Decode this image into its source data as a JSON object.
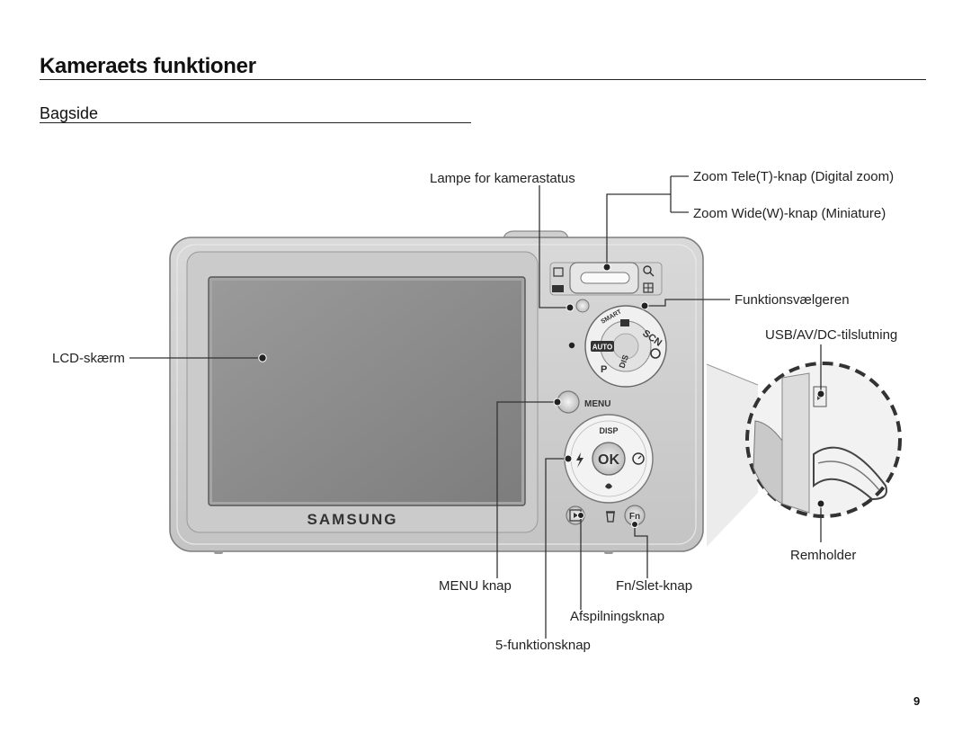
{
  "header": {
    "title": "Kameraets funktioner"
  },
  "section": {
    "title": "Bagside"
  },
  "camera": {
    "brand_logo": "SAMSUNG",
    "menu_button_label": "MENU",
    "disp_label": "DISP",
    "ok_label": "OK",
    "fn_label": "Fn",
    "auto_label": "AUTO"
  },
  "callouts": {
    "status_lamp": "Lampe for kamerastatus",
    "zoom_tele": "Zoom Tele(T)-knap (Digital zoom)",
    "zoom_wide": "Zoom Wide(W)-knap (Miniature)",
    "mode_dial": "Funktionsvælgeren",
    "usb_av_dc": "USB/AV/DC-tilslutning",
    "lcd": "LCD-skærm",
    "strap_holder": "Remholder",
    "menu_button": "MENU knap",
    "fn_delete": "Fn/Slet-knap",
    "playback": "Afspilningsknap",
    "five_function": "5-funktionsknap"
  },
  "page": {
    "number": "9"
  },
  "icons": [
    "camera-back-illustration",
    "zoom-lever-icon",
    "mode-dial-icon",
    "playback-icon",
    "trash-icon",
    "macro-icon",
    "flash-icon",
    "self-timer-icon",
    "strap-detail-icon"
  ]
}
